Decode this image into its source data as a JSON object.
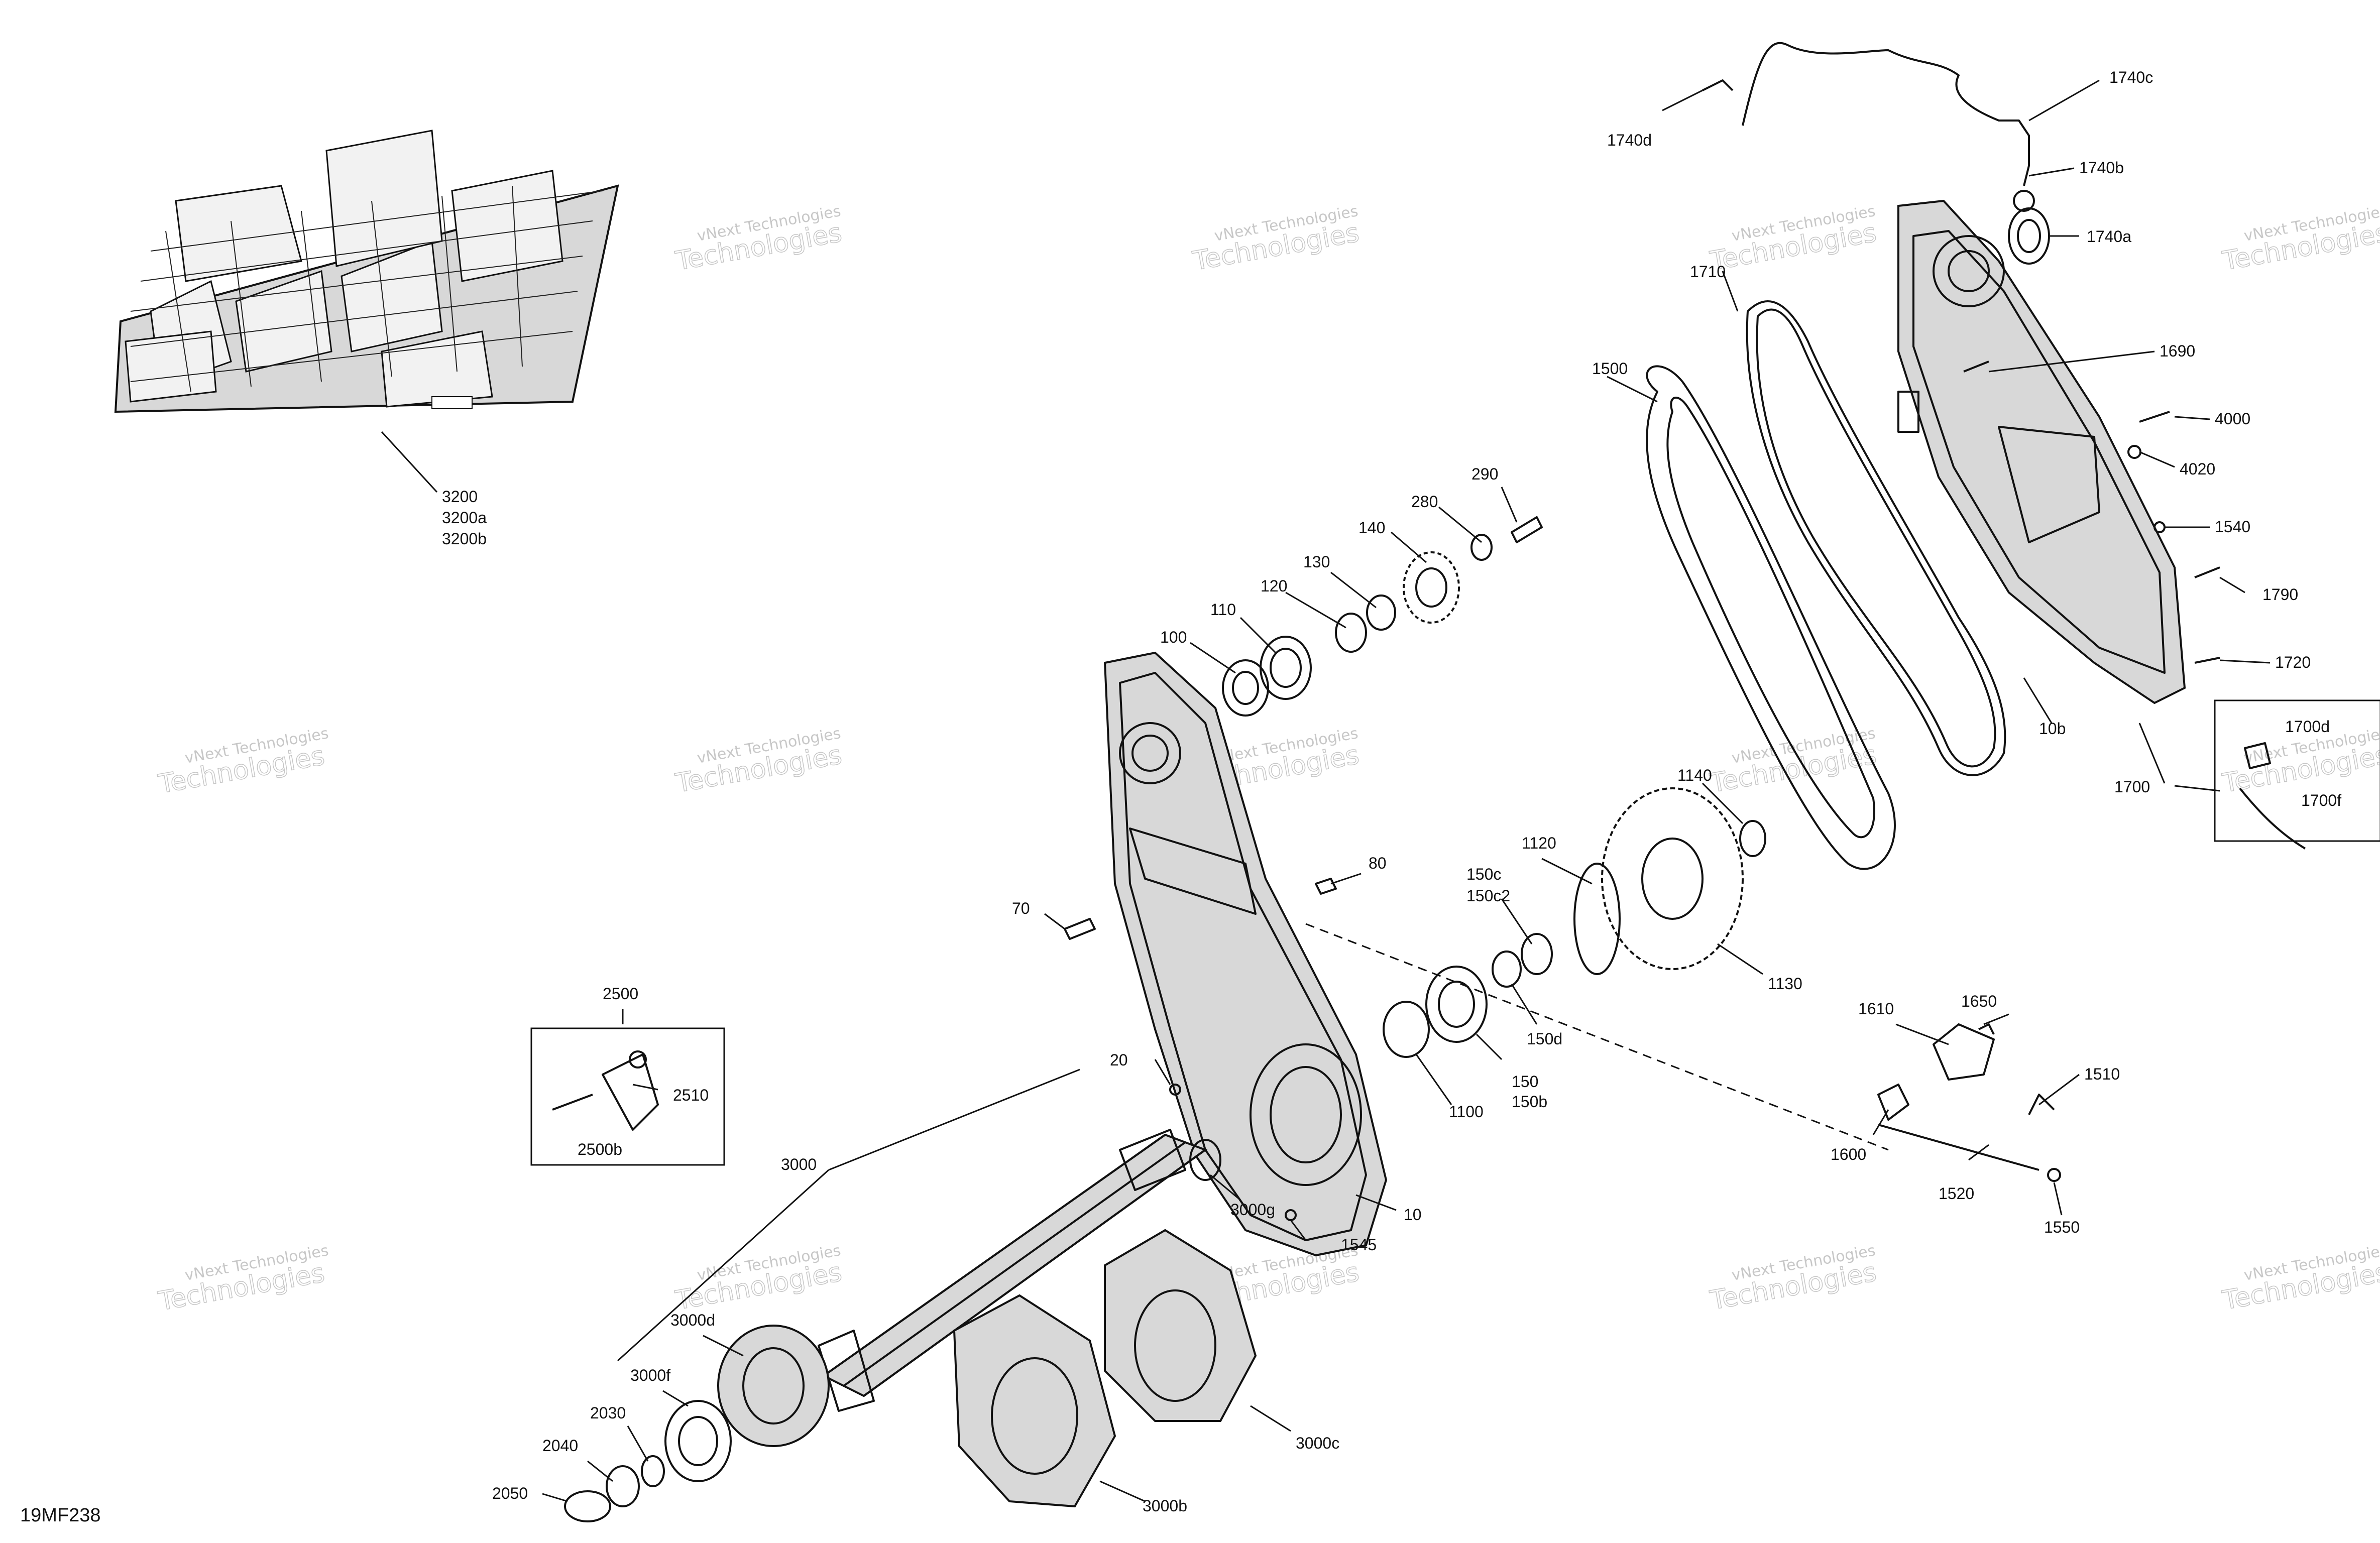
{
  "diagram_code": "19MF238",
  "watermark": {
    "line1": "vNext Technologies",
    "line2a": "vNext",
    "line2b": "Technologies"
  },
  "callouts": {
    "c3200": "3200",
    "c3200a": "3200a",
    "c3200b": "3200b",
    "c1740d": "1740d",
    "c1740c": "1740c",
    "c1740b": "1740b",
    "c1740a": "1740a",
    "c1710": "1710",
    "c1500": "1500",
    "c1690": "1690",
    "c4000": "4000",
    "c4020": "4020",
    "c1540": "1540",
    "c1790": "1790",
    "c1720": "1720",
    "c10b": "10b",
    "c1700": "1700",
    "c1700d": "1700d",
    "c1700f": "1700f",
    "c290": "290",
    "c280": "280",
    "c140": "140",
    "c130": "130",
    "c120": "120",
    "c110": "110",
    "c100": "100",
    "c80": "80",
    "c70": "70",
    "c1140": "1140",
    "c1120": "1120",
    "c150c": "150c",
    "c150c2": "150c2",
    "c1130": "1130",
    "c150d": "150d",
    "c150": "150",
    "c150b": "150b",
    "c1100": "1100",
    "c2500": "2500",
    "c2510": "2510",
    "c2500b": "2500b",
    "c20": "20",
    "c1610": "1610",
    "c1650": "1650",
    "c1510": "1510",
    "c1600": "1600",
    "c1520": "1520",
    "c1550": "1550",
    "c3000": "3000",
    "c3000g": "3000g",
    "c1545": "1545",
    "c10": "10",
    "c3000d": "3000d",
    "c3000f": "3000f",
    "c2030": "2030",
    "c2040": "2040",
    "c2050": "2050",
    "c3000c": "3000c",
    "c3000b": "3000b"
  }
}
